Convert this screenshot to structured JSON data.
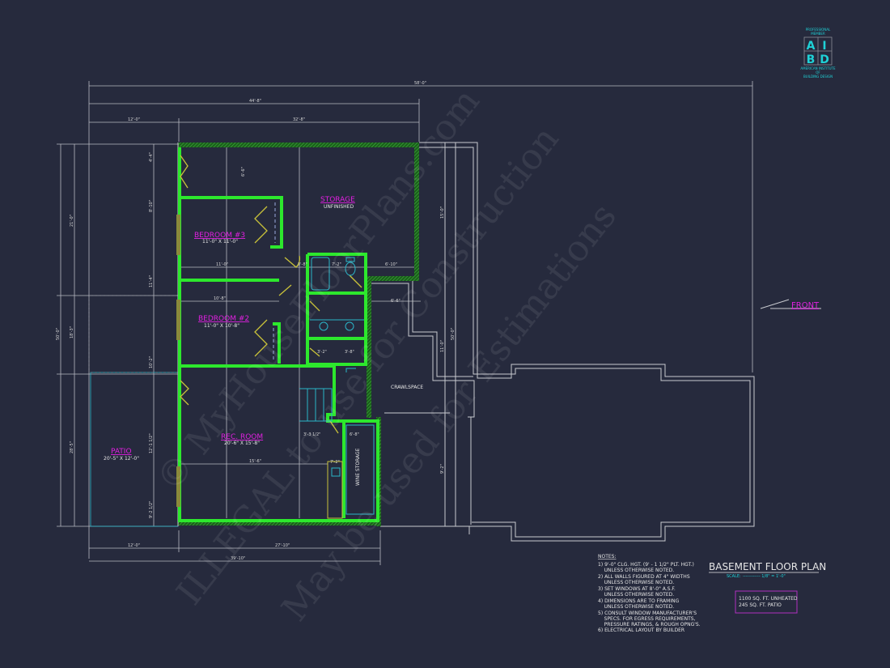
{
  "title": "BASEMENT FLOOR PLAN",
  "scale_label": "SCALE:",
  "scale_value": "------------ 1/8\" = 1'-0\"",
  "areas": [
    "1100 SQ. FT.  UNHEATED",
    "245 SQ. FT. PATIO"
  ],
  "front_label": "FRONT",
  "logo": {
    "top": "PROFESSIONAL MEMBER",
    "letters": "AIBD",
    "bottom": "AMERICAN INSTITUTE OF BUILDING DESIGN"
  },
  "rooms": {
    "storage": {
      "name": "STORAGE",
      "sub": "UNFINISHED"
    },
    "bedroom3": {
      "name": "BEDROOM #3",
      "sub": "11'-0\" X 11'-0\""
    },
    "bedroom2": {
      "name": "BEDROOM #2",
      "sub": "11'-0\" X 10'-8\""
    },
    "rec": {
      "name": "REC. ROOM",
      "sub": "20'-6\" X 15'-8\""
    },
    "patio": {
      "name": "PATIO",
      "sub": "20'-5\" X 12'-0\""
    },
    "crawl": {
      "name": "CRAWLSPACE"
    },
    "wine": {
      "name": "WINE STORAGE"
    }
  },
  "dimensions": {
    "top_overall": "58'-0\"",
    "top_house": "44'-8\"",
    "top_left": "12'-0\"",
    "top_right": "32'-8\"",
    "bottom_left": "12'-0\"",
    "bottom_right": "27'-10\"",
    "bottom_overall": "39'-10\"",
    "left_overall": "50'-0\"",
    "left_a": "21'-0\"",
    "left_b": "18'-3\"",
    "left_c": "28'-5\"",
    "right_a": "15'-0\"",
    "right_b": "11'-0\"",
    "right_c": "50'-0\"",
    "right_d": "9'-2\"",
    "inner": [
      "4'-4\"",
      "8'-10\"",
      "11'-4\"",
      "10'-2\"",
      "12'-1 1/2\"",
      "9'-2 1/2\"",
      "6'-6\"",
      "11'-0\"",
      "10'-8\"",
      "3'-8\"",
      "7'-2\"",
      "6'-10\"",
      "6'-6\"",
      "3'-2\"",
      "3'-8\"",
      "15'-6\"",
      "3'-3 1/2\"",
      "6'-8\"",
      "7'-2\""
    ]
  },
  "notes": {
    "heading": "NOTES:",
    "lines": [
      "1) 9'-0\"  CLG. HGT. (9' - 1 1/2\" PLT. HGT.)",
      "    UNLESS OTHERWISE NOTED.",
      "2) ALL  WALLS FIGURED AT 4\" WIDTHS",
      "    UNLESS OTHERWISE NOTED.",
      "3) SET WINDOWS AT 8'-0\" A.S.F.",
      "    UNLESS OTHERWISE NOTED.",
      "4) DIMENSIONS ARE TO FRAMING",
      "    UNLESS OTHERWISE NOTED.",
      "5) CONSULT WINDOW MANUFACTURER'S",
      "    SPECS. FOR EGRESS REQUIREMENTS,",
      "    PRESSURE RATINGS, & ROUGH OPNG'S.",
      "6) ELECTRICAL LAYOUT BY BUILDER"
    ]
  },
  "watermarks": [
    "© MyHouseFloorPlans.com",
    "ILLEGAL to use for Construction",
    "May be used for Estimations"
  ],
  "colors": {
    "background": "#262a3d",
    "walls": "#2de82d",
    "room_labels": "#e020e0",
    "doors": "#c9c23a",
    "fixtures": "#2bb5c8",
    "accent": "#1fd1d6"
  }
}
